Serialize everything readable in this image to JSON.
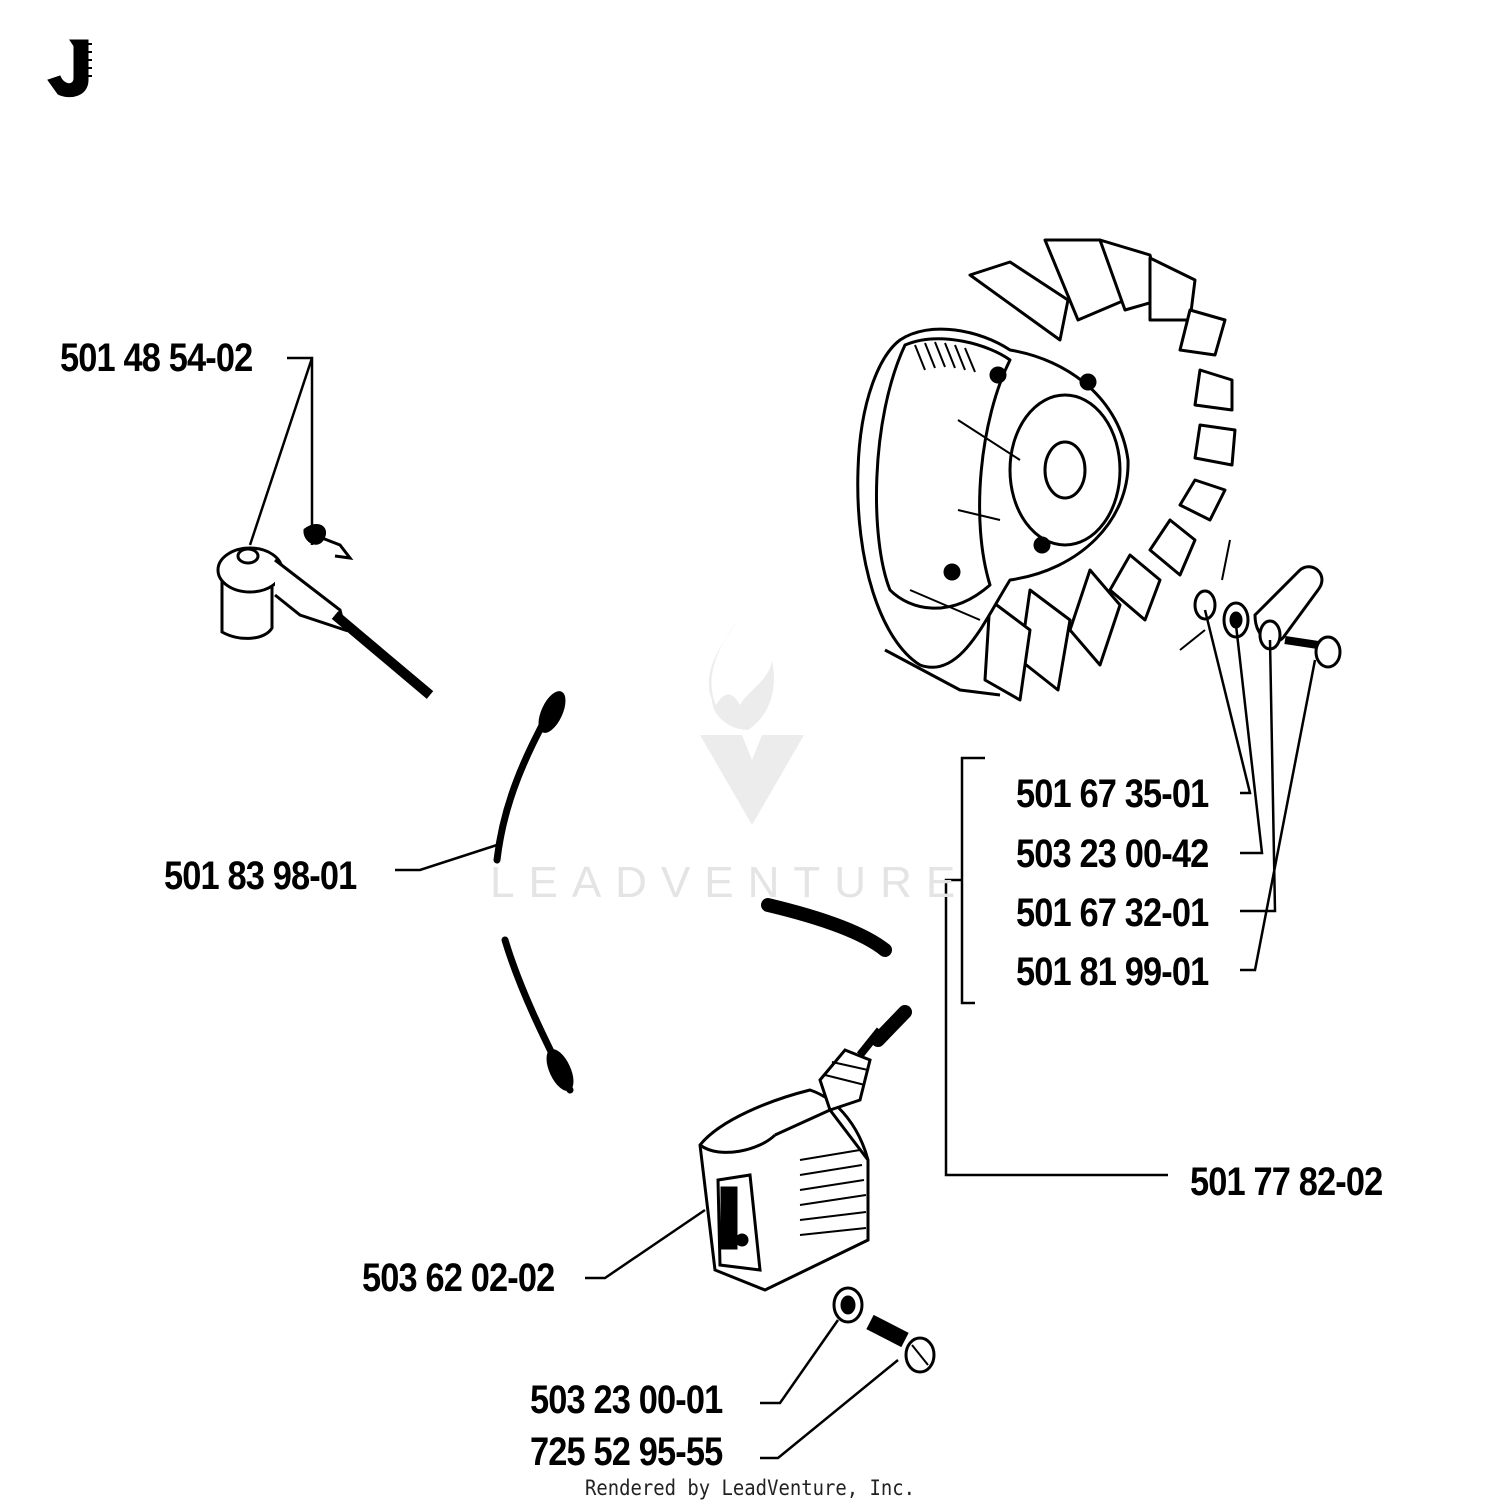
{
  "section_letter": "J",
  "watermark_text": "LEADVENTURE",
  "footer_text": "Rendered by LeadVenture, Inc.",
  "part_numbers": {
    "terminal": "501 48 54-02",
    "wire": "501 83 98-01",
    "flywheel_washer": "501 67 35-01",
    "flywheel_nut": "503 23 00-42",
    "flywheel_plate": "501 67 32-01",
    "flywheel_screw": "501 81 99-01",
    "kit": "501 77 82-02",
    "ignition_module": "503 62 02-02",
    "module_washer": "503 23 00-01",
    "module_screw": "725 52 95-55"
  },
  "colors": {
    "ink": "#000000",
    "watermark": "#e4e4e4"
  }
}
